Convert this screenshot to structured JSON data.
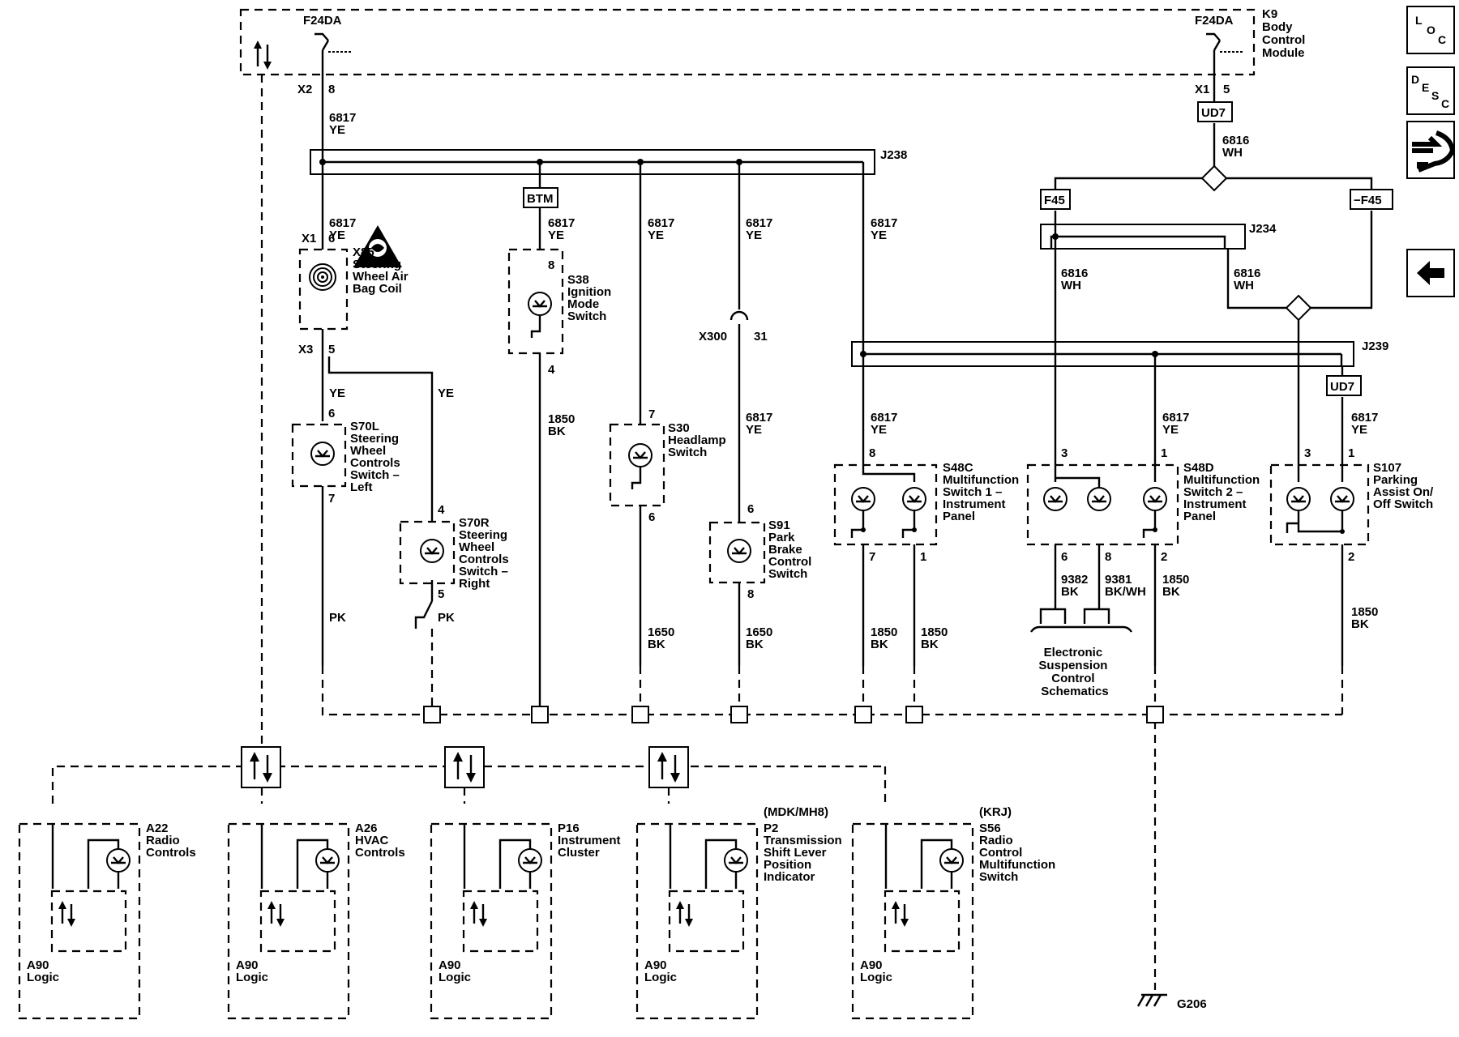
{
  "bcm": {
    "name": [
      "K9",
      "Body",
      "Control",
      "Module"
    ],
    "fuse_left": "F24DA",
    "fuse_right": "F24DA",
    "conn_left": "X2",
    "pin_left": "8",
    "conn_right": "X1",
    "pin_right": "5"
  },
  "nav": {
    "loc": [
      "L",
      "O",
      "C"
    ],
    "desc": [
      "D",
      "E",
      "S",
      "C"
    ]
  },
  "splices": {
    "j238": "J238",
    "j234": "J234",
    "j239": "J239"
  },
  "tags": {
    "btm": "BTM",
    "ud7_top": "UD7",
    "ud7_right": "UD7",
    "f45": "F45",
    "f45_not": "−F45"
  },
  "wires": {
    "w6817_top": [
      "6817",
      "YE"
    ],
    "w6817_x85": [
      "6817",
      "YE"
    ],
    "w6817_s38": [
      "6817",
      "YE"
    ],
    "w6817_s30": [
      "6817",
      "YE"
    ],
    "w6817_s91": [
      "6817",
      "YE"
    ],
    "w6817_j239": [
      "6817",
      "YE"
    ],
    "w6816_top": [
      "6816",
      "WH"
    ],
    "w6816_left": [
      "6816",
      "WH"
    ],
    "w6816_right": [
      "6816",
      "WH"
    ],
    "w6817_s48c": [
      "6817",
      "YE"
    ],
    "w6817_s48d": [
      "6817",
      "YE"
    ],
    "w6817_s107": [
      "6817",
      "YE"
    ],
    "ye_a": "YE",
    "ye_b": "YE",
    "pk_a": "PK",
    "pk_b": "PK",
    "w1850_s38": [
      "1850",
      "BK"
    ],
    "w1650_s30": [
      "1650",
      "BK"
    ],
    "w6817_s91b": [
      "6817",
      "YE"
    ],
    "w1650_s91": [
      "1650",
      "BK"
    ],
    "w1850_s48c_a": [
      "1850",
      "BK"
    ],
    "w1850_s48c_b": [
      "1850",
      "BK"
    ],
    "w9382": [
      "9382",
      "BK"
    ],
    "w9381": [
      "9381",
      "BK/WH"
    ],
    "w1850_s48d": [
      "1850",
      "BK"
    ],
    "w1850_s107": [
      "1850",
      "BK"
    ]
  },
  "components": {
    "x85": {
      "conn_top": "X1",
      "pin_top": "6",
      "conn_bot": "X3",
      "pin_bot": "5",
      "label": [
        "X85",
        "Steering",
        "Wheel Air",
        "Bag Coil"
      ]
    },
    "s70l": {
      "pin_top": "6",
      "pin_bot": "7",
      "label": [
        "S70L",
        "Steering",
        "Wheel",
        "Controls",
        "Switch –",
        "Left"
      ]
    },
    "s70r": {
      "pin_top": "4",
      "pin_bot": "5",
      "label": [
        "S70R",
        "Steering",
        "Wheel",
        "Controls",
        "Switch –",
        "Right"
      ]
    },
    "s38": {
      "pin_top": "8",
      "pin_bot": "4",
      "label": [
        "S38",
        "Ignition",
        "Mode",
        "Switch"
      ]
    },
    "x300": {
      "conn": "X300",
      "pin": "31"
    },
    "s30": {
      "pin_top": "7",
      "pin_bot": "6",
      "label": [
        "S30",
        "Headlamp",
        "Switch"
      ]
    },
    "s91": {
      "pin_top": "6",
      "pin_bot": "8",
      "label": [
        "S91",
        "Park",
        "Brake",
        "Control",
        "Switch"
      ]
    },
    "s48c": {
      "pin_top": "8",
      "pin_bot_a": "7",
      "pin_bot_b": "1",
      "label": [
        "S48C",
        "Multifunction",
        "Switch 1 –",
        "Instrument",
        "Panel"
      ]
    },
    "s48d": {
      "pin_top_a": "3",
      "pin_top_b": "1",
      "pin_bot_a": "6",
      "pin_bot_b": "8",
      "pin_bot_c": "2",
      "label": [
        "S48D",
        "Multifunction",
        "Switch 2 –",
        "Instrument",
        "Panel"
      ]
    },
    "s107": {
      "pin_top_a": "3",
      "pin_top_b": "1",
      "pin_bot": "2",
      "label": [
        "S107",
        "Parking",
        "Assist On/",
        "Off Switch"
      ]
    }
  },
  "esc_note": [
    "Electronic",
    "Suspension",
    "Control",
    "Schematics"
  ],
  "ground": "G206",
  "modules": [
    {
      "label": [
        "A22",
        "Radio",
        "Controls"
      ],
      "logic": [
        "A90",
        "Logic"
      ],
      "option": ""
    },
    {
      "label": [
        "A26",
        "HVAC",
        "Controls"
      ],
      "logic": [
        "A90",
        "Logic"
      ],
      "option": ""
    },
    {
      "label": [
        "P16",
        "Instrument",
        "Cluster"
      ],
      "logic": [
        "A90",
        "Logic"
      ],
      "option": ""
    },
    {
      "label": [
        "P2",
        "Transmission",
        "Shift Lever",
        "Position",
        "Indicator"
      ],
      "logic": [
        "A90",
        "Logic"
      ],
      "option": "(MDK/MH8)"
    },
    {
      "label": [
        "S56",
        "Radio",
        "Control",
        "Multifunction",
        "Switch"
      ],
      "logic": [
        "A90",
        "Logic"
      ],
      "option": "(KRJ)"
    }
  ]
}
